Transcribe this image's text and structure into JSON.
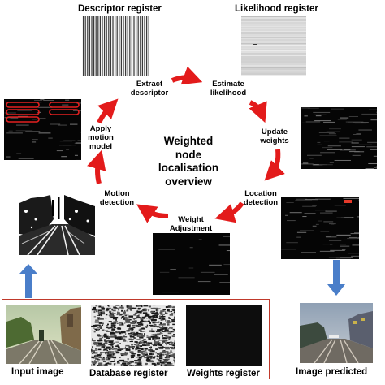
{
  "headers": {
    "descriptor_register": "Descriptor register",
    "likelihood_register": "Likelihood register"
  },
  "center_title": [
    "Weighted",
    "node",
    "localisation",
    "overview"
  ],
  "steps": {
    "extract_descriptor": [
      "Extract",
      "descriptor"
    ],
    "estimate_likelihood": [
      "Estimate",
      "likelihood"
    ],
    "update_weights": [
      "Update",
      "weights"
    ],
    "location_detection": [
      "Location",
      "detection"
    ],
    "weight_adjustment": [
      "Weight",
      "Adjustment"
    ],
    "motion_detection": [
      "Motion",
      "detection"
    ],
    "apply_motion_model": [
      "Apply",
      "motion",
      "model"
    ]
  },
  "bottom": {
    "input_image": "Input image",
    "database_register": "Database register",
    "weights_register": "Weights register",
    "image_predicted": "Image predicted"
  },
  "colors": {
    "cycle_arrow": "#e31b1b",
    "flow_arrow": "#4a7ec9",
    "highlight_box": "#c0392b"
  }
}
